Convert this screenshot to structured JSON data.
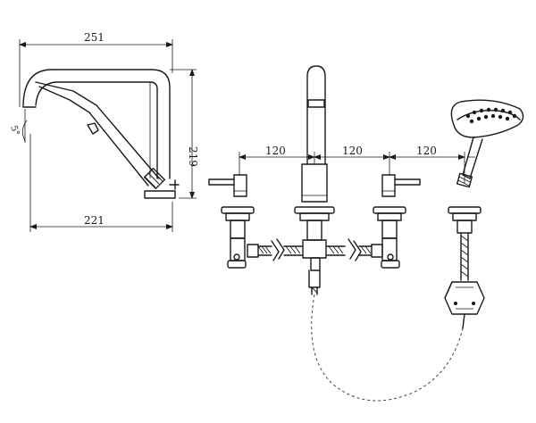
{
  "dimensions": {
    "spout_length_top": "251",
    "spout_length_bottom": "221",
    "height": "219",
    "angle": "5°",
    "spacing_left": "120",
    "spacing_middle": "120",
    "spacing_right": "120"
  },
  "colors": {
    "line": "#1a1a1a",
    "background": "#ffffff"
  }
}
